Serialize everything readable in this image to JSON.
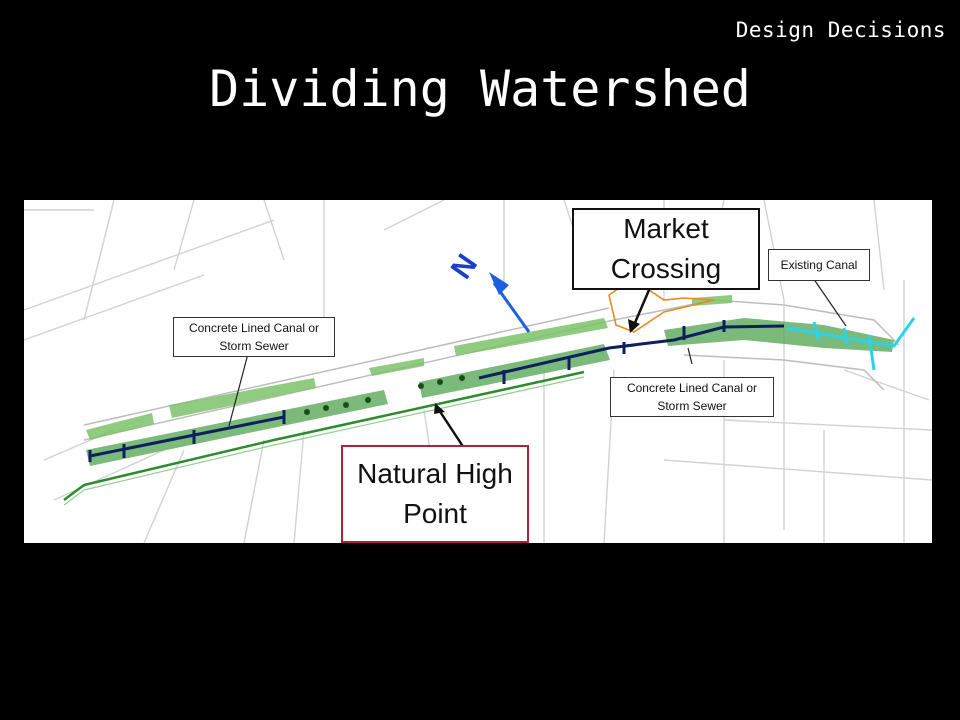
{
  "header": {
    "section": "Design Decisions",
    "title": "Dividing Watershed"
  },
  "map": {
    "north_label": "N",
    "callouts": {
      "market_crossing": [
        "Market",
        "Crossing"
      ],
      "existing_canal": "Existing Canal",
      "canal_left": [
        "Concrete Lined Canal or",
        "Storm Sewer"
      ],
      "canal_right": [
        "Concrete Lined Canal or",
        "Storm Sewer"
      ],
      "natural_high_point": [
        "Natural High",
        "Point"
      ]
    },
    "colors": {
      "background": "#000000",
      "street_lines": "#cfcfcf",
      "vegetation": "#6cb25a",
      "channel": "#0d1f5c",
      "existing_canal": "#2ad4e8",
      "market_crossing_outline": "#e98a1a",
      "north_arrow": "#1f5fe0",
      "high_point_border": "#b0203a"
    }
  }
}
